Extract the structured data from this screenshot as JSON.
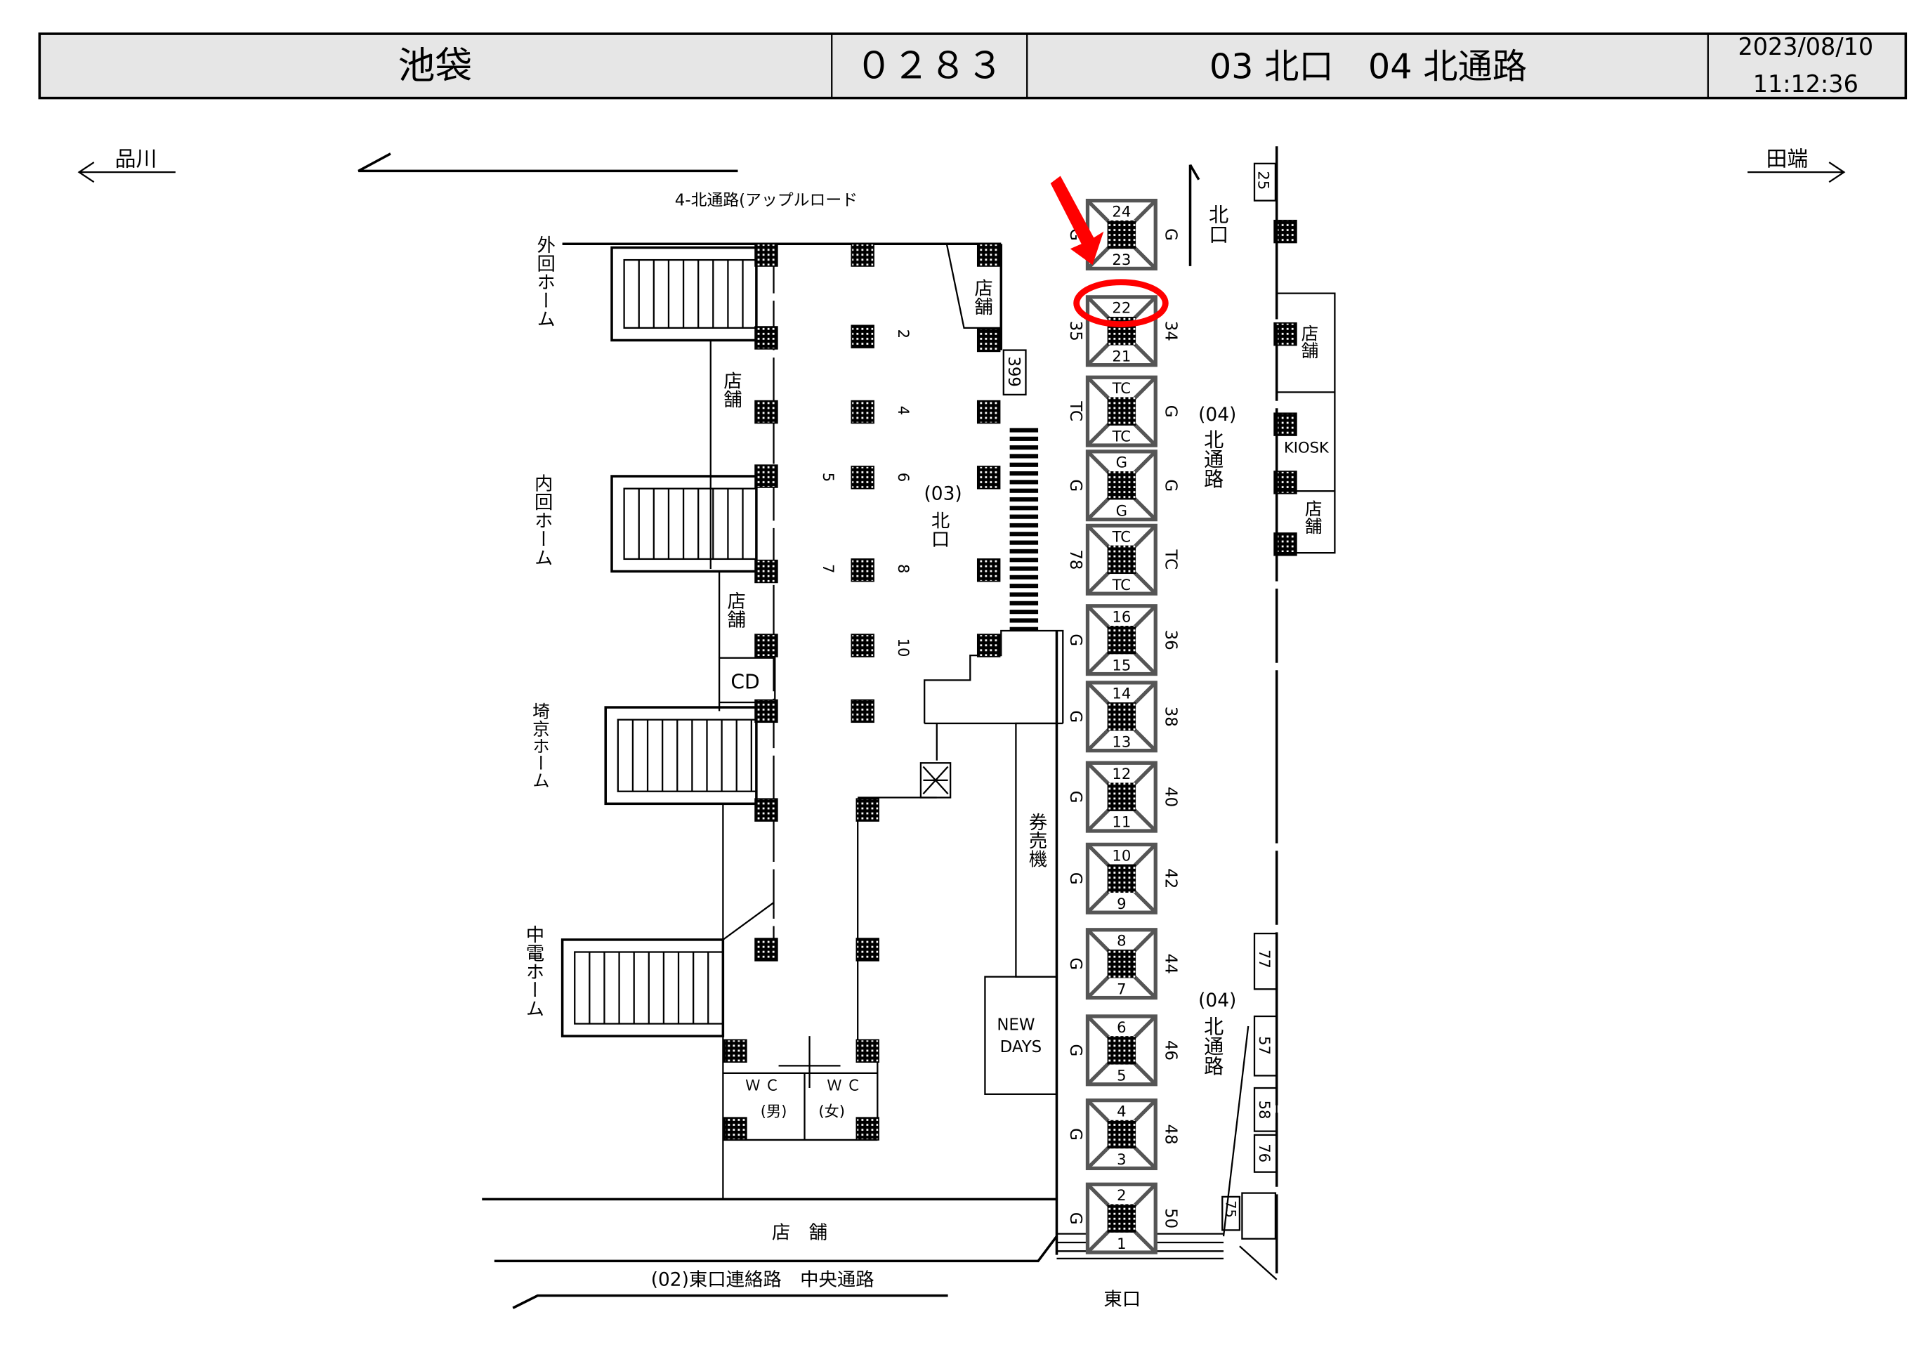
{
  "header": {
    "station": "池袋",
    "code": "０２８３",
    "area": "03 北口　04 北通路",
    "date": "2023/08/10",
    "time": "11:12:36"
  },
  "directions": {
    "left": "品川",
    "right": "田端"
  },
  "labels": {
    "apple_road": "4-北通路(アップルロード",
    "platform_outer": "外回ホーム",
    "platform_inner": "内回ホーム",
    "platform_saikyo": "埼京ホーム",
    "platform_chuden": "中電ホーム",
    "shop": "店舗",
    "shop_bottom": "店　舗",
    "cd": "CD",
    "box_399": "399",
    "north_exit_03_num": "(03)",
    "north_exit_03": "北口",
    "ticket_machine": "券売機",
    "newdays_1": "NEW",
    "newdays_2": "DAYS",
    "wc_m_1": "Ｗ Ｃ",
    "wc_m_2": "(男)",
    "wc_f_1": "Ｗ Ｃ",
    "wc_f_2": "(女)",
    "corridor_bottom": "(02)東口連絡路　中央通路",
    "east_exit": "東口",
    "north_exit": "北口",
    "north_passage_num": "(04)",
    "north_passage": "北通路",
    "kiosk": "KIOSK",
    "box_25": "25",
    "box_77": "77",
    "box_57": "57",
    "box_58": "58",
    "box_76": "76",
    "box_75": "75"
  },
  "pillar_labels": [
    "2",
    "4",
    "5",
    "6",
    "7",
    "8",
    "10"
  ],
  "gates": [
    {
      "top": "24",
      "bottom": "23",
      "left": "G",
      "right": "G"
    },
    {
      "top": "22",
      "bottom": "21",
      "left": "35",
      "right": "34",
      "highlighted": true
    },
    {
      "top": "TC",
      "bottom": "TC",
      "left": "TC",
      "right": "G"
    },
    {
      "top": "G",
      "bottom": "G",
      "left": "G",
      "right": "G"
    },
    {
      "top": "TC",
      "bottom": "TC",
      "left": "78",
      "right": "TC"
    },
    {
      "top": "16",
      "bottom": "15",
      "left": "G",
      "right": "36"
    },
    {
      "top": "14",
      "bottom": "13",
      "left": "G",
      "right": "38"
    },
    {
      "top": "12",
      "bottom": "11",
      "left": "G",
      "right": "40"
    },
    {
      "top": "10",
      "bottom": "9",
      "left": "G",
      "right": "42"
    },
    {
      "top": "8",
      "bottom": "7",
      "left": "G",
      "right": "44"
    },
    {
      "top": "6",
      "bottom": "5",
      "left": "G",
      "right": "46"
    },
    {
      "top": "4",
      "bottom": "3",
      "left": "G",
      "right": "48"
    },
    {
      "top": "2",
      "bottom": "1",
      "left": "G",
      "right": "50"
    }
  ],
  "colors": {
    "header_bg": "#e6e6e6",
    "marker": "#ff0000",
    "gate_frame": "#555555"
  }
}
